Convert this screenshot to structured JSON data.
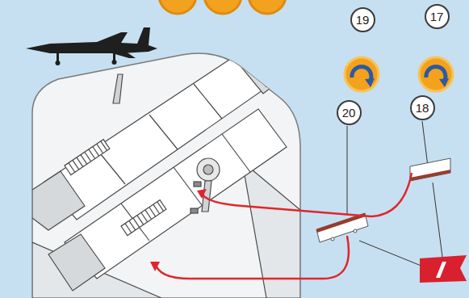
{
  "diagram": {
    "nodes": [
      {
        "text": [
          "19"
        ]
      },
      {
        "text": [
          "17"
        ]
      },
      {
        "text": [
          "20"
        ]
      },
      {
        "text": [
          "18"
        ]
      }
    ]
  }
}
